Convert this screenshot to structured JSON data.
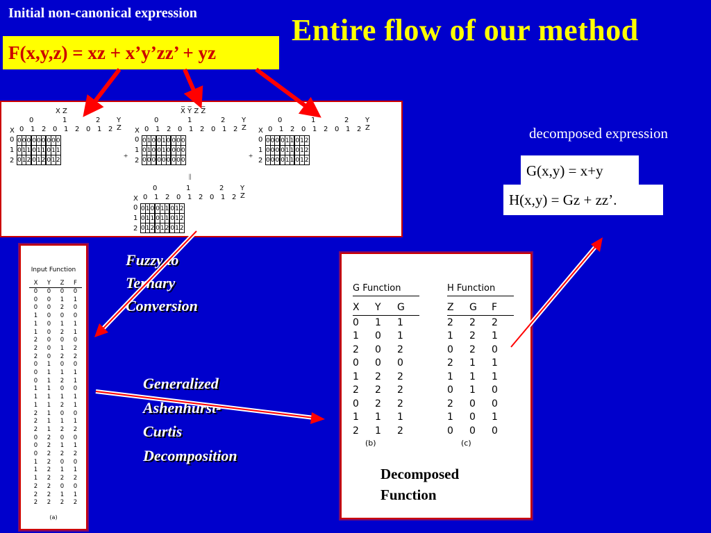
{
  "slide": {
    "title": "Entire flow of our method",
    "top_left_caption": "Initial non-canonical expression",
    "initial_expression": "F(x,y,z) = xz + x’y’zz’ + yz",
    "decomposed_label": "decomposed expression",
    "g_expression": "G(x,y) = x+y",
    "h_expression": "H(x,y) = Gz + zz’.",
    "step_fuzzy": [
      "Fuzzy to",
      "Ternary",
      "Conversion"
    ],
    "step_decomp": [
      "Generalized",
      "Ashenhurst-",
      "Curtis",
      "Decomposition"
    ],
    "decomposed_caption": [
      "Decomposed",
      "Function"
    ]
  },
  "colors": {
    "background": "#0000cc",
    "title": "#ffff00",
    "expr_bg": "#ffff00",
    "expr_text": "#cc0000",
    "arrow": "#ff0000"
  },
  "kmaps": {
    "map1": {
      "term": "X  Z",
      "rows": [
        [
          "0",
          "0",
          "0",
          "0",
          "0",
          "0",
          "0",
          "0",
          "0"
        ],
        [
          "0",
          "1",
          "1",
          "0",
          "1",
          "1",
          "0",
          "1",
          "1"
        ],
        [
          "0",
          "1",
          "2",
          "0",
          "1",
          "2",
          "0",
          "1",
          "2"
        ]
      ]
    },
    "map2": {
      "term": "X̅ Y̅ Z Z̅",
      "rows": [
        [
          "0",
          "1",
          "0",
          "0",
          "1",
          "0",
          "0",
          "0",
          "0"
        ],
        [
          "0",
          "1",
          "0",
          "0",
          "1",
          "0",
          "0",
          "0",
          "0"
        ],
        [
          "0",
          "0",
          "0",
          "0",
          "0",
          "0",
          "0",
          "0",
          "0"
        ]
      ]
    },
    "map3": {
      "term": "Y  Z",
      "rows": [
        [
          "0",
          "0",
          "0",
          "0",
          "1",
          "1",
          "0",
          "1",
          "2"
        ],
        [
          "0",
          "0",
          "0",
          "0",
          "1",
          "1",
          "0",
          "1",
          "2"
        ],
        [
          "0",
          "0",
          "0",
          "0",
          "1",
          "1",
          "0",
          "1",
          "2"
        ]
      ]
    },
    "map4": {
      "rows": [
        [
          "0",
          "1",
          "0",
          "0",
          "1",
          "1",
          "0",
          "1",
          "2"
        ],
        [
          "0",
          "1",
          "1",
          "0",
          "1",
          "1",
          "0",
          "1",
          "2"
        ],
        [
          "0",
          "1",
          "2",
          "0",
          "1",
          "2",
          "0",
          "1",
          "2"
        ]
      ]
    },
    "top_digits": [
      "0",
      "1",
      "2",
      "0",
      "1",
      "2",
      "0",
      "1",
      "2"
    ],
    "y_digits": [
      "0",
      "1",
      "2"
    ],
    "x_digits": [
      "0",
      "1",
      "2"
    ],
    "plus": "+",
    "equals": "||"
  },
  "input_function": {
    "title": "Input Function",
    "headers": [
      "X",
      "Y",
      "Z",
      "F"
    ],
    "rows": [
      [
        "0",
        "0",
        "0",
        "0"
      ],
      [
        "0",
        "0",
        "1",
        "1"
      ],
      [
        "0",
        "0",
        "2",
        "0"
      ],
      [
        "1",
        "0",
        "0",
        "0"
      ],
      [
        "1",
        "0",
        "1",
        "1"
      ],
      [
        "1",
        "0",
        "2",
        "1"
      ],
      [
        "2",
        "0",
        "0",
        "0"
      ],
      [
        "2",
        "0",
        "1",
        "2"
      ],
      [
        "2",
        "0",
        "2",
        "2"
      ],
      [
        "0",
        "1",
        "0",
        "0"
      ],
      [
        "0",
        "1",
        "1",
        "1"
      ],
      [
        "0",
        "1",
        "2",
        "1"
      ],
      [
        "1",
        "1",
        "0",
        "0"
      ],
      [
        "1",
        "1",
        "1",
        "1"
      ],
      [
        "1",
        "1",
        "2",
        "1"
      ],
      [
        "2",
        "1",
        "0",
        "0"
      ],
      [
        "2",
        "1",
        "1",
        "1"
      ],
      [
        "2",
        "1",
        "2",
        "2"
      ],
      [
        "0",
        "2",
        "0",
        "0"
      ],
      [
        "0",
        "2",
        "1",
        "1"
      ],
      [
        "0",
        "2",
        "2",
        "2"
      ],
      [
        "1",
        "2",
        "0",
        "0"
      ],
      [
        "1",
        "2",
        "1",
        "1"
      ],
      [
        "1",
        "2",
        "2",
        "2"
      ],
      [
        "2",
        "2",
        "0",
        "0"
      ],
      [
        "2",
        "2",
        "1",
        "1"
      ],
      [
        "2",
        "2",
        "2",
        "2"
      ]
    ],
    "footer": "(a)"
  },
  "g_function": {
    "title": "G Function",
    "headers": [
      "X",
      "Y",
      "G"
    ],
    "rows": [
      [
        "0",
        "1",
        "1"
      ],
      [
        "1",
        "0",
        "1"
      ],
      [
        "2",
        "0",
        "2"
      ],
      [
        "0",
        "0",
        "0"
      ],
      [
        "1",
        "2",
        "2"
      ],
      [
        "2",
        "2",
        "2"
      ],
      [
        "0",
        "2",
        "2"
      ],
      [
        "1",
        "1",
        "1"
      ],
      [
        "2",
        "1",
        "2"
      ]
    ],
    "footer": "(b)"
  },
  "h_function": {
    "title": "H Function",
    "headers": [
      "Z",
      "G",
      "F"
    ],
    "rows": [
      [
        "2",
        "2",
        "2"
      ],
      [
        "1",
        "2",
        "1"
      ],
      [
        "0",
        "2",
        "0"
      ],
      [
        "2",
        "1",
        "1"
      ],
      [
        "1",
        "1",
        "1"
      ],
      [
        "0",
        "1",
        "0"
      ],
      [
        "2",
        "0",
        "0"
      ],
      [
        "1",
        "0",
        "1"
      ],
      [
        "0",
        "0",
        "0"
      ]
    ],
    "footer": "(c)"
  }
}
